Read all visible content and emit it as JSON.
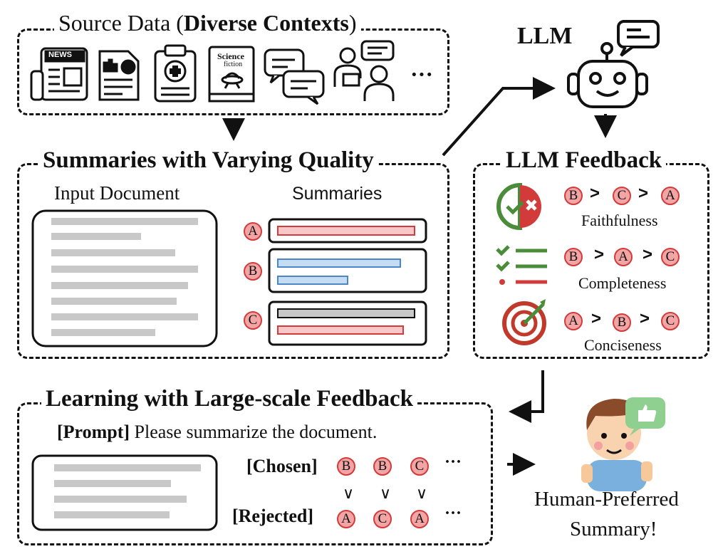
{
  "source": {
    "title_prefix": "Source Data (",
    "title_bold": "Diverse Contexts",
    "title_suffix": ")",
    "news_label": "NEWS",
    "book_label_1": "Science",
    "book_label_2": "fiction",
    "ellipsis": "···"
  },
  "summaries": {
    "title": "Summaries with Varying Quality",
    "input_label": "Input Document",
    "summaries_label": "Summaries",
    "labels": [
      "A",
      "B",
      "C"
    ]
  },
  "llm": {
    "label": "LLM"
  },
  "feedback": {
    "title": "LLM Feedback",
    "criteria": [
      {
        "name": "Faithfulness",
        "ranking": [
          "B",
          "C",
          "A"
        ]
      },
      {
        "name": "Completeness",
        "ranking": [
          "B",
          "A",
          "C"
        ]
      },
      {
        "name": "Conciseness",
        "ranking": [
          "A",
          "B",
          "C"
        ]
      }
    ],
    "gt": ">"
  },
  "learning": {
    "title": "Learning with Large-scale Feedback",
    "prompt_tag": "[Prompt]",
    "prompt_text": " Please summarize the document.",
    "chosen_label": "[Chosen]",
    "rejected_label": "[Rejected]",
    "chosen": [
      "B",
      "B",
      "C"
    ],
    "rejected": [
      "A",
      "C",
      "A"
    ],
    "vee": "∨",
    "ellipsis": "···"
  },
  "human": {
    "line1": "Human-Preferred",
    "line2": "Summary!"
  },
  "colors": {
    "red": "#d33a3a",
    "pink": "#f3a5a5",
    "blue": "#4a86c8",
    "lightblue": "#c5dcf2",
    "gray": "#c8c8c8",
    "green": "#4a8c3a"
  }
}
